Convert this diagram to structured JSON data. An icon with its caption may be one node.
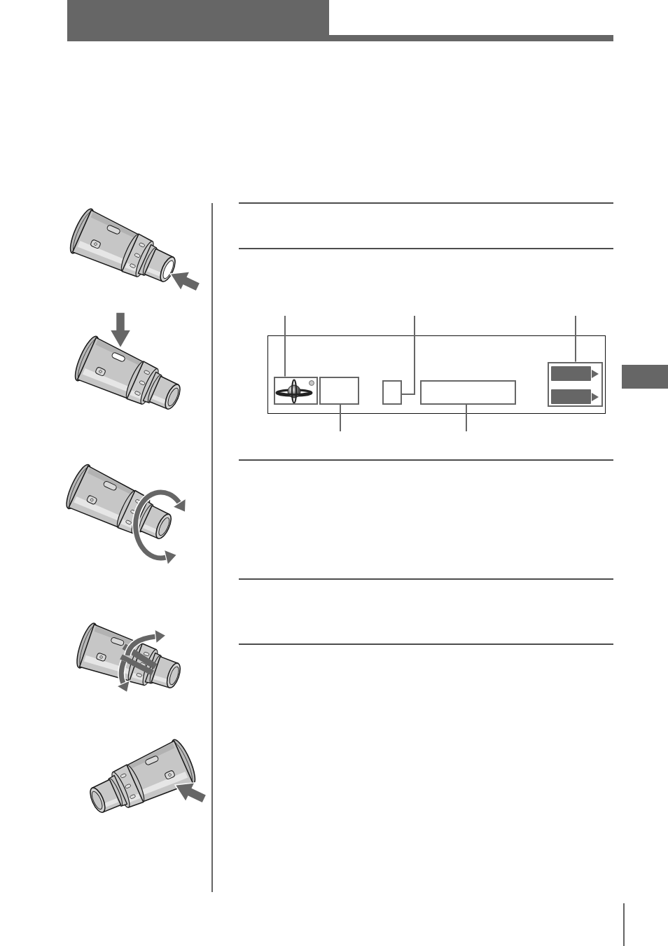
{
  "diagram": {
    "nodes": [
      {
        "text": [],
        "shape": "box"
      },
      {
        "text": [],
        "shape": "picture",
        "in": 0
      },
      {
        "text": [],
        "shape": "box",
        "in": 0
      },
      {
        "text": [],
        "shape": "box",
        "in": 0
      },
      {
        "text": [],
        "shape": "box",
        "in": 0
      },
      {
        "text": [],
        "shape": "box",
        "in": 0
      },
      {
        "text": [],
        "shape": "bar",
        "in": 5
      },
      {
        "text": [],
        "shape": "bar",
        "in": 5
      }
    ],
    "edges": [
      {
        "from": null,
        "to": 1,
        "arrow": "none"
      },
      {
        "from": null,
        "to": 3,
        "arrow": "none"
      },
      {
        "from": null,
        "to": 5,
        "arrow": "none"
      },
      {
        "from": null,
        "to": 2,
        "arrow": "none"
      },
      {
        "from": null,
        "to": 4,
        "arrow": "none"
      }
    ]
  }
}
